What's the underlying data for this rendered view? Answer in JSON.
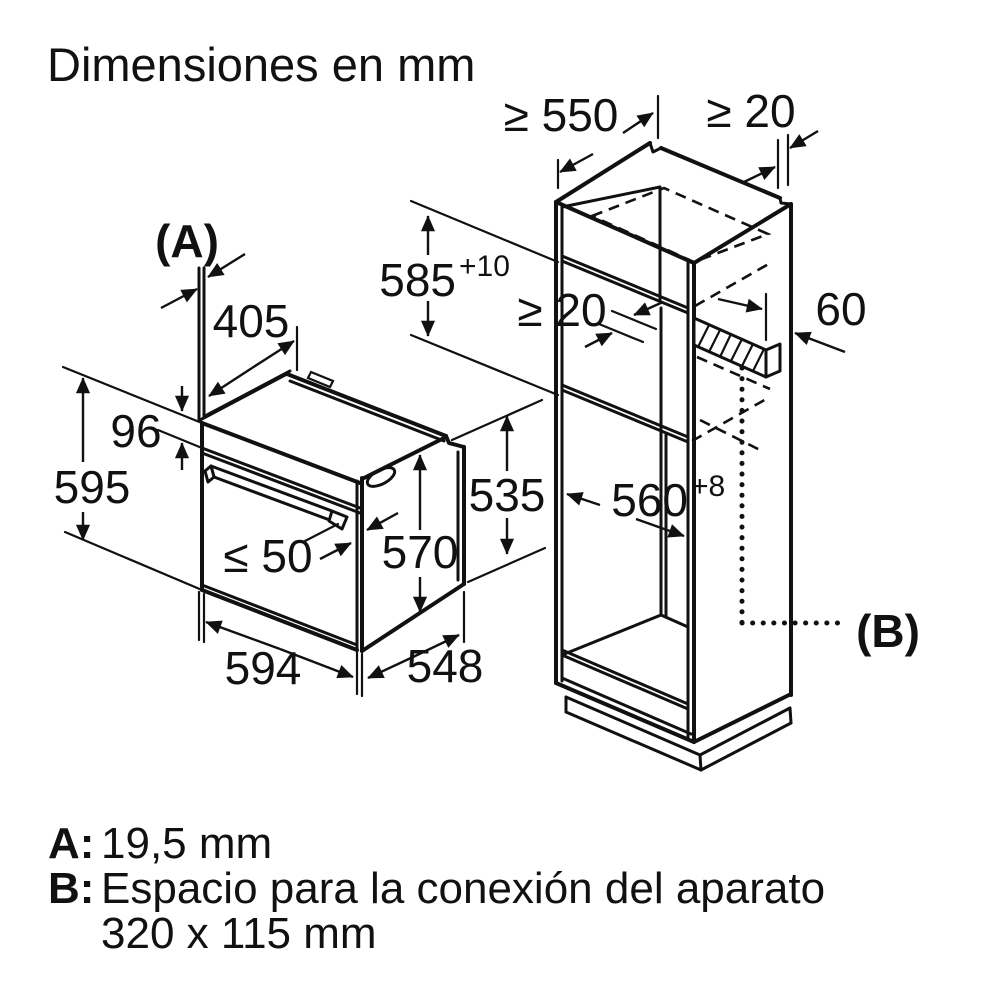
{
  "title": "Dimensiones en mm",
  "diagram": {
    "oven": {
      "label_a": "(A)",
      "top_depth": "405",
      "panel_height": "96",
      "height": "595",
      "handle_clearance": "≤ 50",
      "body_height": "570",
      "rear_height": "535",
      "width": "594",
      "depth": "548"
    },
    "cabinet": {
      "min_depth": "≥ 550",
      "wall_gap": "≥ 20",
      "niche_height": "585",
      "niche_height_tol": "+10",
      "back_gap": "≥ 20",
      "vent_depth": "60",
      "niche_width": "560",
      "niche_width_tol": "+8",
      "label_b": "(B)"
    }
  },
  "legend": {
    "a_key": "A:",
    "a_value": "19,5 mm",
    "b_key": "B:",
    "b_value": "Espacio para la conexión del aparato",
    "b_value_2": "320 x 115 mm"
  },
  "colors": {
    "line": "#111111",
    "background": "#ffffff"
  }
}
